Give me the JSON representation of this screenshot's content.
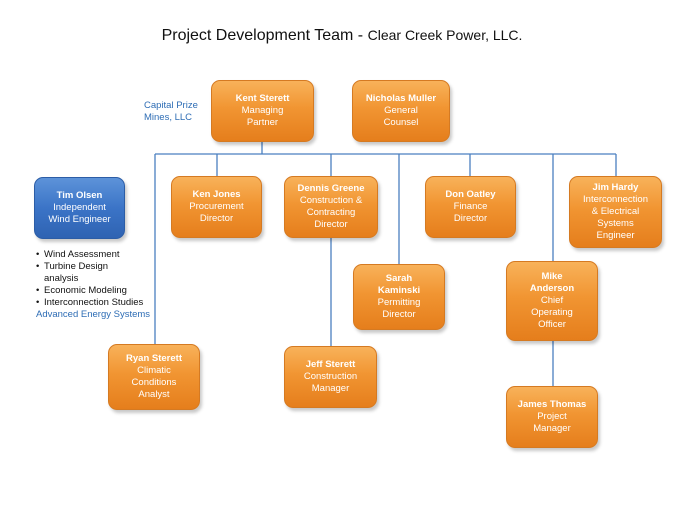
{
  "title": {
    "main": "Project Development Team -",
    "company": "Clear Creek Power, LLC."
  },
  "kent": {
    "name": "Kent Sterett",
    "role_lines": [
      "Managing",
      "Partner"
    ]
  },
  "nicholas": {
    "name": "Nicholas Muller",
    "role_lines": [
      "General",
      "Counsel"
    ]
  },
  "capital_prize": {
    "lines": [
      "Capital Prize",
      "Mines, LLC"
    ]
  },
  "tim": {
    "name": "Tim Olsen",
    "role_lines": [
      "Independent",
      "Wind Engineer"
    ]
  },
  "ken": {
    "name": "Ken Jones",
    "role_lines": [
      "Procurement",
      "Director"
    ]
  },
  "dennis": {
    "name": "Dennis Greene",
    "role_lines": [
      "Construction &",
      "Contracting",
      "Director"
    ]
  },
  "don": {
    "name": "Don Oatley",
    "role_lines": [
      "Finance",
      "Director"
    ]
  },
  "jim": {
    "name": "Jim Hardy",
    "role_lines": [
      "Interconnection",
      "& Electrical",
      "Systems",
      "Engineer"
    ]
  },
  "sarah": {
    "name_lines": [
      "Sarah",
      "Kaminski"
    ],
    "role_lines": [
      "Permitting",
      "Director"
    ]
  },
  "mike": {
    "name_lines": [
      "Mike",
      "Anderson"
    ],
    "role_lines": [
      "Chief",
      "Operating",
      "Officer"
    ]
  },
  "ryan": {
    "name": "Ryan Sterett",
    "role_lines": [
      "Climatic",
      "Conditions",
      "Analyst"
    ]
  },
  "jeff": {
    "name": "Jeff Sterett",
    "role_lines": [
      "Construction",
      "Manager"
    ]
  },
  "james": {
    "name": "James Thomas",
    "role_lines": [
      "Project",
      "Manager"
    ]
  },
  "tim_tasks": {
    "items": [
      "Wind Assessment",
      "Turbine Design",
      "Economic Modeling",
      "Interconnection Studies"
    ],
    "continuation": "analysis",
    "company": "Advanced Energy Systems"
  }
}
